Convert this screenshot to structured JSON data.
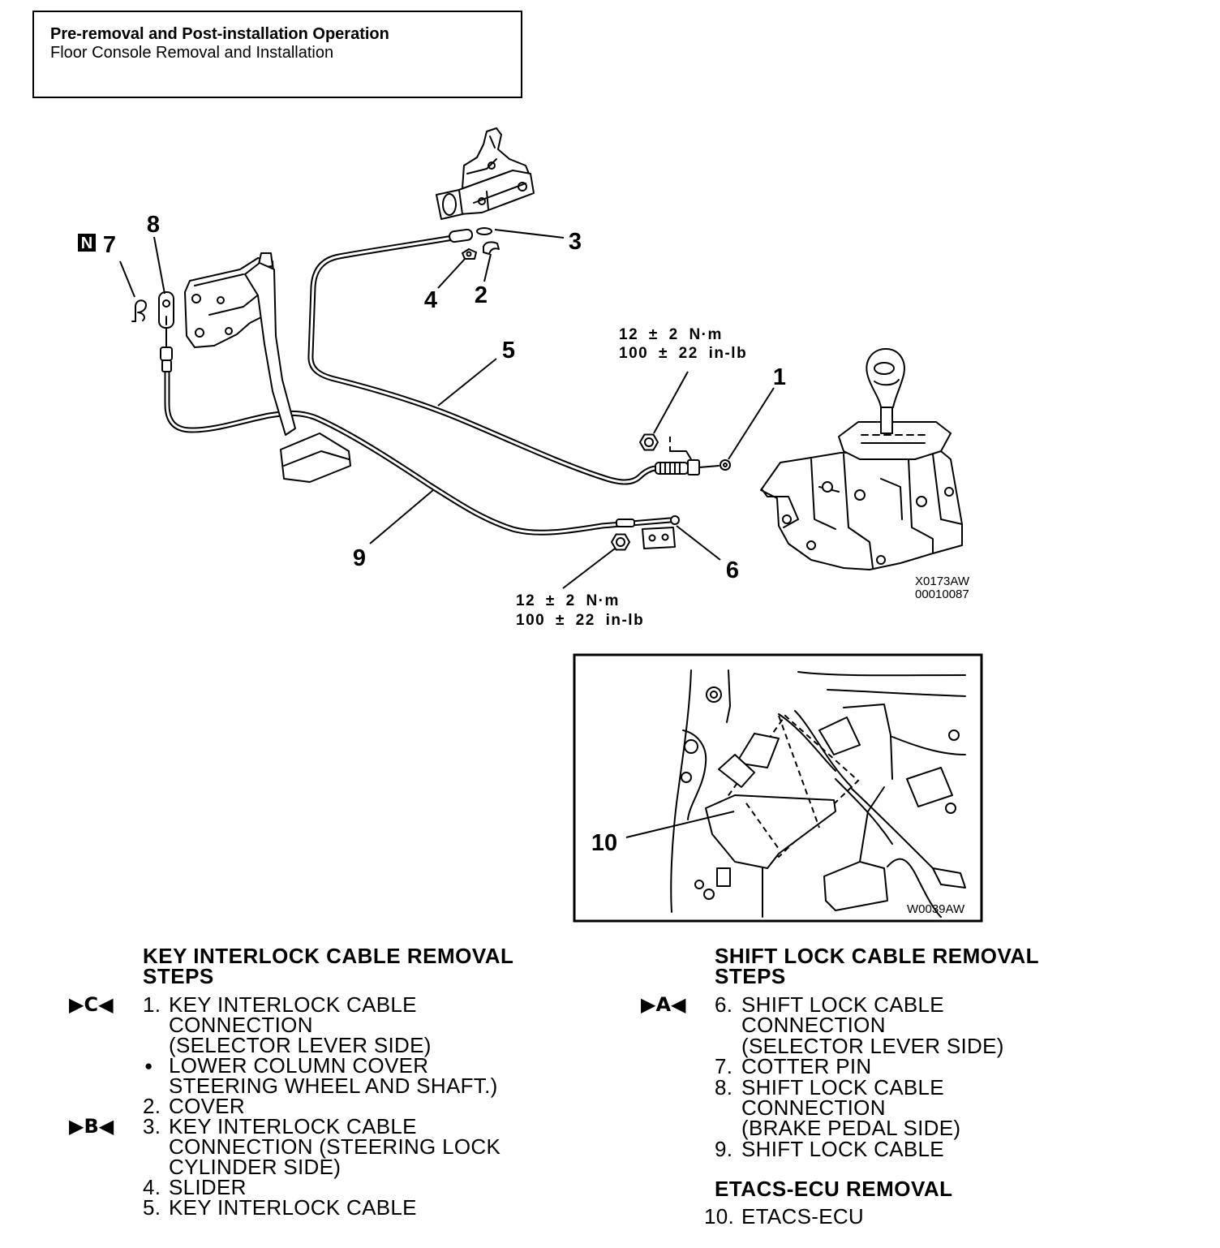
{
  "header": {
    "title": "Pre-removal and Post-installation Operation",
    "subtitle": "Floor Console Removal and Installation"
  },
  "main_figure": {
    "new_part_mark": "N",
    "callouts": [
      "7",
      "8",
      "3",
      "4",
      "2",
      "5",
      "1",
      "9",
      "6"
    ],
    "torque_upper": [
      "12 ± 2 N·m",
      "100 ± 22 in-lb"
    ],
    "torque_lower": [
      "12 ± 2 N·m",
      "100 ± 22 in-lb"
    ],
    "figure_codes": [
      "X0173AW",
      "00010087"
    ]
  },
  "inset_figure": {
    "callout": "10",
    "figure_code": "W0039AW"
  },
  "key_interlock_removal": {
    "heading": [
      "KEY INTERLOCK CABLE REMOVAL",
      "STEPS"
    ],
    "steps": [
      {
        "marker": "▶C◀",
        "num": "1.",
        "lines": [
          "KEY INTERLOCK CABLE",
          "CONNECTION",
          "(SELECTOR LEVER SIDE)"
        ]
      },
      {
        "num": "●",
        "lines": [
          "LOWER COLUMN COVER",
          "STEERING WHEEL AND SHAFT.)"
        ]
      },
      {
        "num": "2.",
        "lines": [
          "COVER"
        ]
      },
      {
        "marker": "▶B◀",
        "num": "3.",
        "lines": [
          "KEY INTERLOCK CABLE",
          "CONNECTION (STEERING LOCK",
          "CYLINDER SIDE)"
        ]
      },
      {
        "num": "4.",
        "lines": [
          "SLIDER"
        ]
      },
      {
        "num": "5.",
        "lines": [
          "KEY INTERLOCK CABLE"
        ]
      }
    ]
  },
  "shift_lock_removal": {
    "heading": [
      "SHIFT LOCK CABLE REMOVAL",
      "STEPS"
    ],
    "steps": [
      {
        "marker": "▶A◀",
        "num": "6.",
        "lines": [
          "SHIFT LOCK CABLE",
          "CONNECTION",
          "(SELECTOR LEVER SIDE)"
        ]
      },
      {
        "num": "7.",
        "lines": [
          "COTTER PIN"
        ]
      },
      {
        "num": "8.",
        "lines": [
          "SHIFT LOCK CABLE",
          "CONNECTION",
          "(BRAKE PEDAL SIDE)"
        ]
      },
      {
        "num": "9.",
        "lines": [
          "SHIFT LOCK CABLE"
        ]
      }
    ]
  },
  "etacs_ecu_removal": {
    "heading": "ETACS-ECU REMOVAL",
    "steps": [
      {
        "num": "10.",
        "lines": [
          "ETACS-ECU"
        ]
      }
    ]
  }
}
